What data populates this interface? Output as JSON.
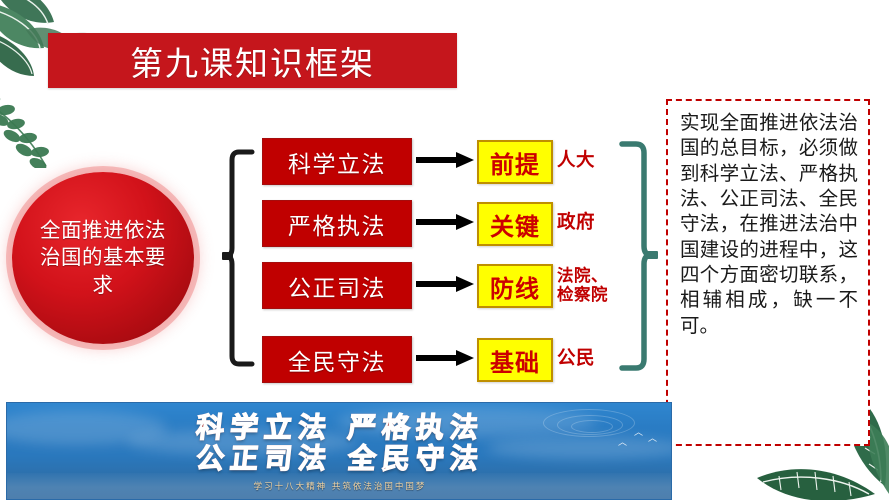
{
  "slide": {
    "title": "第九课知识框架",
    "core_concept": "全面推进依法治国的基本要求"
  },
  "rows": [
    {
      "requirement": "科学立法",
      "role": "前提",
      "organ": "人大",
      "organ_line1": "人大",
      "organ_line2": ""
    },
    {
      "requirement": "严格执法",
      "role": "关键",
      "organ": "政府",
      "organ_line1": "政府",
      "organ_line2": ""
    },
    {
      "requirement": "公正司法",
      "role": "防线",
      "organ": "法院、检察院",
      "organ_line1": "法院、",
      "organ_line2": "检察院"
    },
    {
      "requirement": "全民守法",
      "role": "基础",
      "organ": "公民",
      "organ_line1": "公民",
      "organ_line2": ""
    }
  ],
  "summary": {
    "text": "实现全面推进依法治国的总目标，必须做到科学立法、严格执法、公正司法、全民守法，在推进法治中国建设的进程中，这四个方面密切联系，相辅相成，缺一不可。"
  },
  "bottom_banner": {
    "line1": "科学立法  严格执法",
    "line2": "公正司法  全民守法",
    "subtitle": "学习十八大精神    共筑依法治国中国梦"
  },
  "colors": {
    "banner_red": "#c5161c",
    "box_red": "#c00000",
    "box_yellow": "#ffff00",
    "yellow_border": "#bf8f00",
    "role_text_red": "#cc0000",
    "organ_text_red": "#c00000",
    "bracket_black": "#1a1a1a",
    "bracket_teal": "#3a7a70",
    "dashed_red": "#c00000",
    "banner_blue": "#2a7cc4",
    "leaf_green": "#2f6b4a"
  }
}
